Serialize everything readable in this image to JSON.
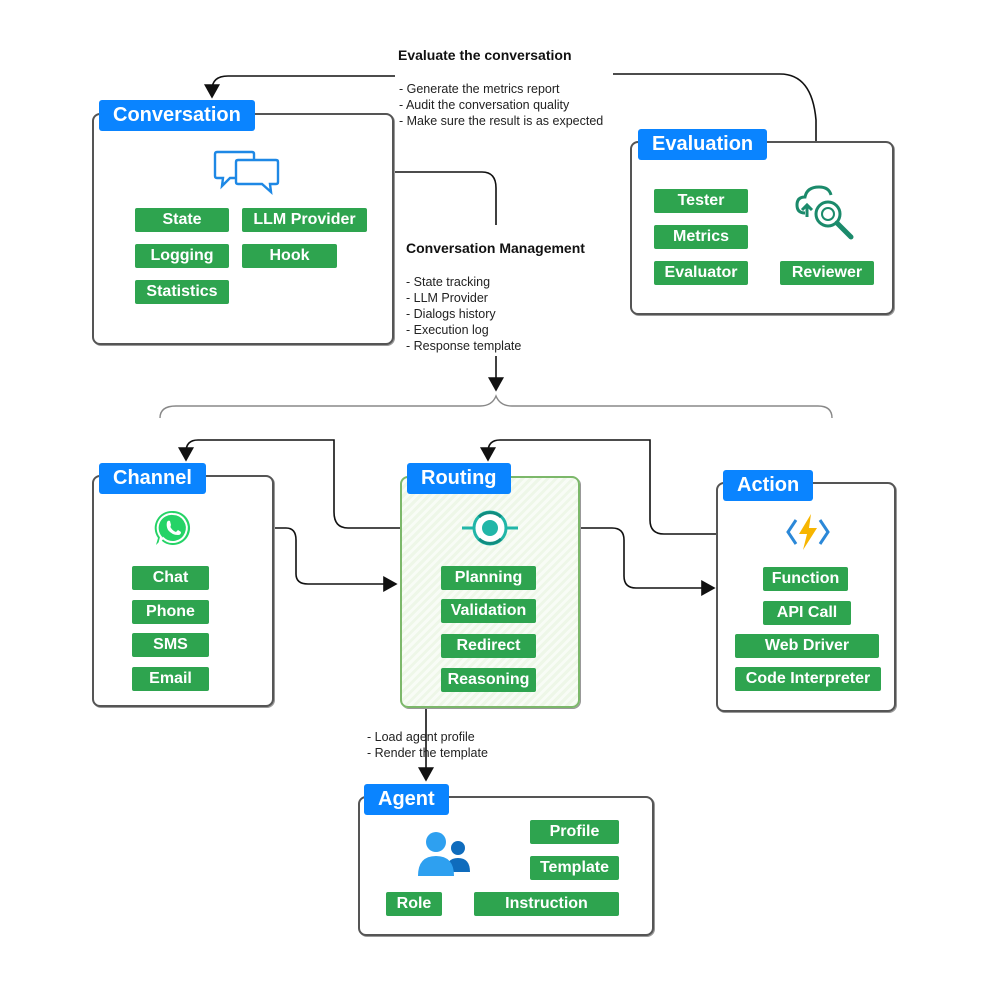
{
  "evaluate": {
    "heading": "Evaluate the conversation",
    "items": [
      "- Generate the metrics report",
      "- Audit the conversation quality",
      "- Make sure the result is as expected"
    ]
  },
  "management": {
    "heading": "Conversation Management",
    "items": [
      "- State tracking",
      "- LLM Provider",
      "- Dialogs history",
      "- Execution log",
      "- Response template"
    ]
  },
  "conversation": {
    "title": "Conversation",
    "tags": [
      "State",
      "LLM Provider",
      "Logging",
      "Hook",
      "Statistics"
    ],
    "icon": "chat-bubbles-icon"
  },
  "evaluation": {
    "title": "Evaluation",
    "tags": [
      "Tester",
      "Metrics",
      "Evaluator",
      "Reviewer"
    ],
    "icon": "cloud-search-icon"
  },
  "channel": {
    "title": "Channel",
    "tags": [
      "Chat",
      "Phone",
      "SMS",
      "Email"
    ],
    "icon": "whatsapp-icon"
  },
  "routing": {
    "title": "Routing",
    "tags": [
      "Planning",
      "Validation",
      "Redirect",
      "Reasoning"
    ],
    "icon": "router-icon"
  },
  "action": {
    "title": "Action",
    "tags": [
      "Function",
      "API Call",
      "Web Driver",
      "Code Interpreter"
    ],
    "icon": "lightning-icon"
  },
  "agent_note": {
    "items": [
      "- Load agent profile",
      "- Render the template"
    ]
  },
  "agent": {
    "title": "Agent",
    "tags": [
      "Profile",
      "Template",
      "Role",
      "Instruction"
    ],
    "icon": "users-icon"
  },
  "colors": {
    "title_bg": "#0a84ff",
    "tag_bg": "#2ea44f",
    "border": "#555555",
    "routing_border": "#7cb86a"
  }
}
